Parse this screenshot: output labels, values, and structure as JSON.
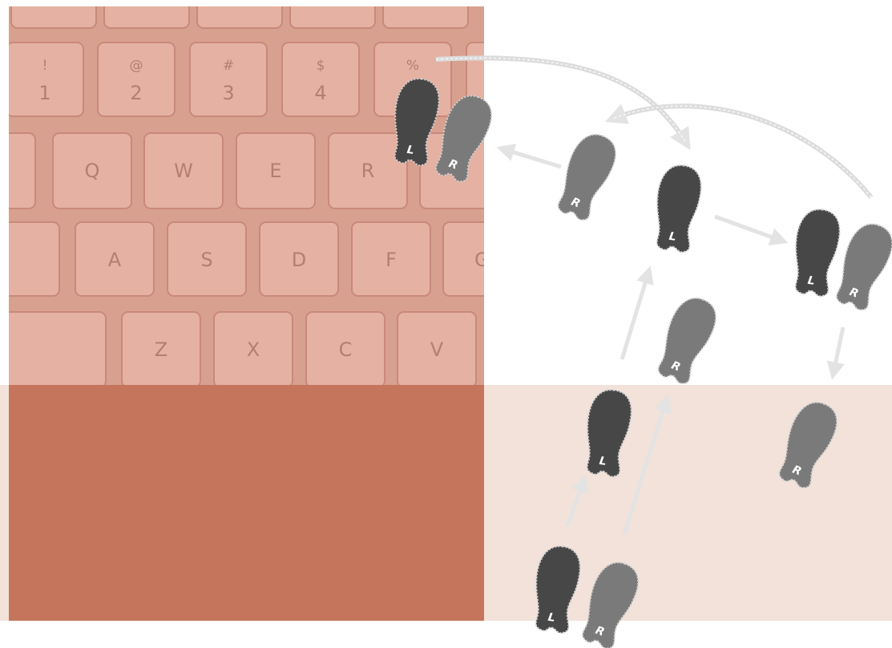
{
  "keyboard": {
    "number_row": [
      {
        "shift": "!",
        "main": "1"
      },
      {
        "shift": "@",
        "main": "2"
      },
      {
        "shift": "#",
        "main": "3"
      },
      {
        "shift": "$",
        "main": "4"
      },
      {
        "shift": "%",
        "main": ""
      }
    ],
    "qwerty_row": [
      "",
      "Q",
      "W",
      "E",
      "R",
      ""
    ],
    "home_row": [
      "",
      "A",
      "S",
      "D",
      "F",
      "G"
    ],
    "bottom_row": [
      "",
      "Z",
      "X",
      "C",
      "V"
    ]
  },
  "footprints": {
    "left_label": "L",
    "right_label": "R",
    "left_color": "#474747",
    "right_color": "#7a7a7a",
    "arrow_color": "#e3e3e3",
    "band_color": "#f2e2da",
    "block_color": "#c6755d"
  }
}
